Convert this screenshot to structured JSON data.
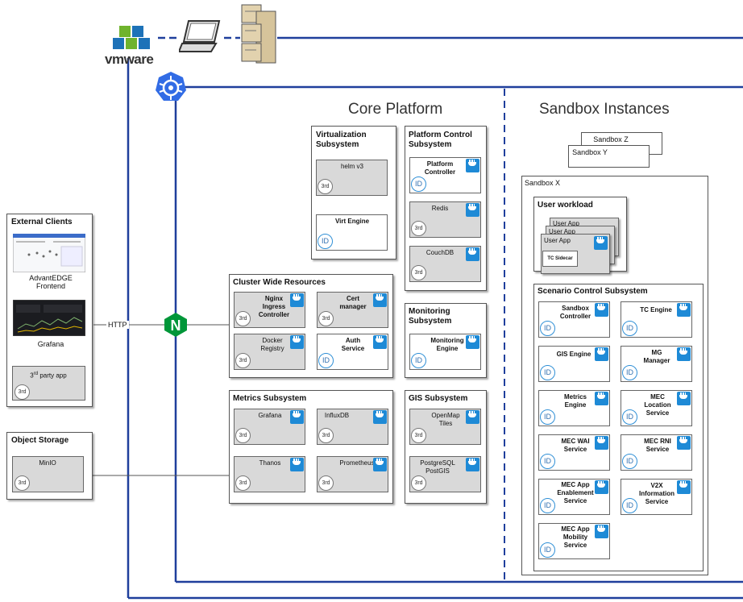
{
  "brand": {
    "vmware": "vmware"
  },
  "core_platform": {
    "title": "Core Platform"
  },
  "sandbox_instances": {
    "title": "Sandbox Instances",
    "z": "Sandbox Z",
    "y": "Sandbox Y",
    "x": "Sandbox X"
  },
  "virtualization": {
    "title": "Virtualization Subsystem",
    "helm": "helm v3",
    "virt": "Virt Engine"
  },
  "platform_control": {
    "title": "Platform Control Subsystem",
    "controller": "Platform Controller",
    "redis": "Redis",
    "couchdb": "CouchDB"
  },
  "cluster": {
    "title": "Cluster Wide Resources",
    "nginx": "Nginx Ingress Controller",
    "cert": "Cert manager",
    "registry": "Docker Registry",
    "auth": "Auth Service"
  },
  "monitoring": {
    "title": "Monitoring Subsystem",
    "engine": "Monitoring Engine"
  },
  "metrics": {
    "title": "Metrics Subsystem",
    "grafana": "Grafana",
    "influx": "InfluxDB",
    "thanos": "Thanos",
    "prometheus": "Prometheus"
  },
  "gis": {
    "title": "GIS Subsystem",
    "tiles": "OpenMap Tiles",
    "postgres": "PostgreSQL PostGIS"
  },
  "user_workload": {
    "title": "User workload",
    "app": "User App",
    "sidecar": "TC Sidecar"
  },
  "scenario": {
    "title": "Scenario Control Subsystem",
    "sandbox_ctrl": "Sandbox Controller",
    "tc": "TC Engine",
    "gis": "GIS Engine",
    "mg": "MG Manager",
    "metrics": "Metrics Engine",
    "loc": "MEC Location Service",
    "wai": "MEC WAI Service",
    "rni": "MEC RNI Service",
    "ams_en": "MEC App Enablement Service",
    "v2x": "V2X Information Service",
    "mobility": "MEC App Mobility Service"
  },
  "external": {
    "title": "External Clients",
    "frontend": "AdvantEDGE Frontend",
    "grafana": "Grafana",
    "third": "party app",
    "third_sup": "rd",
    "third_num": "3"
  },
  "object_storage": {
    "title": "Object Storage",
    "minio": "MinIO"
  },
  "links": {
    "http": "HTTP"
  },
  "badges": {
    "third": "3rd",
    "id": "ID",
    "docker": "docker"
  }
}
